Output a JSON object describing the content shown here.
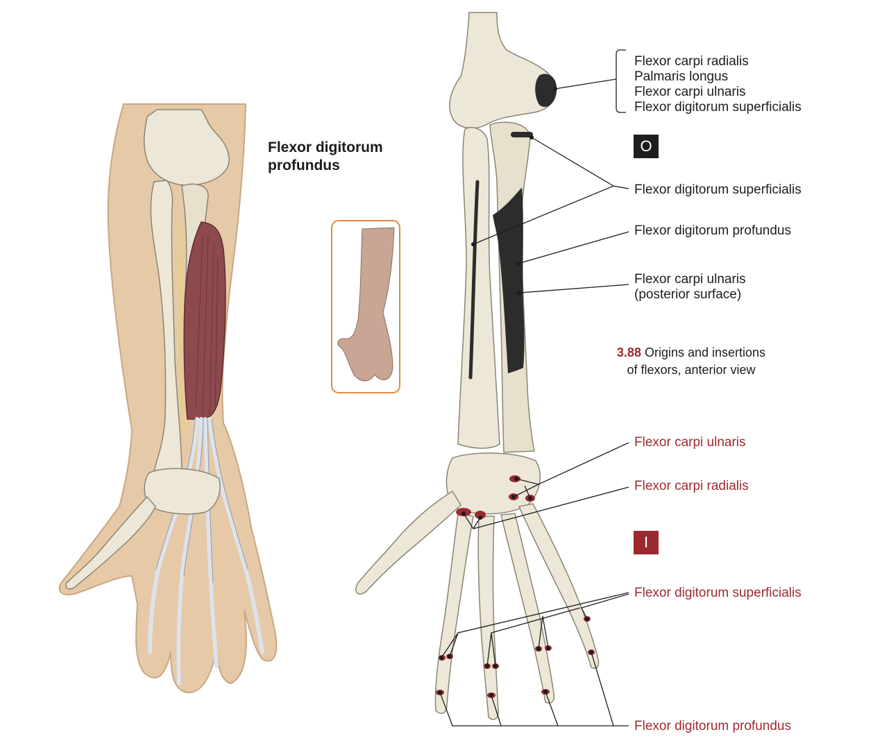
{
  "muscle_title": "Flexor digitorum\nprofundus",
  "origin_group_labels": [
    "Flexor carpi radialis",
    "Palmaris longus",
    "Flexor carpi ulnaris",
    "Flexor digitorum superficialis"
  ],
  "origin_badge": "O",
  "insertion_badge": "I",
  "origin_labels": {
    "fds": "Flexor digitorum superficialis",
    "fdp": "Flexor digitorum profundus",
    "fcu": "Flexor carpi ulnaris\n(posterior surface)"
  },
  "figure_caption": {
    "number": "3.88",
    "text": " Origins and insertions\nof flexors, anterior view"
  },
  "insertion_labels": {
    "fcu": "Flexor carpi ulnaris",
    "fcr": "Flexor carpi radialis",
    "fds": "Flexor digitorum superficialis",
    "fdp": "Flexor digitorum profundus"
  },
  "colors": {
    "skin": "#e6c9a6",
    "bone": "#ece7d6",
    "muscle": "#8c4a4e",
    "tendon": "#dde3ea",
    "origin_mark": "#2c2c2c",
    "insertion_mark": "#9b2a30",
    "inset_border": "#e08a3a"
  }
}
